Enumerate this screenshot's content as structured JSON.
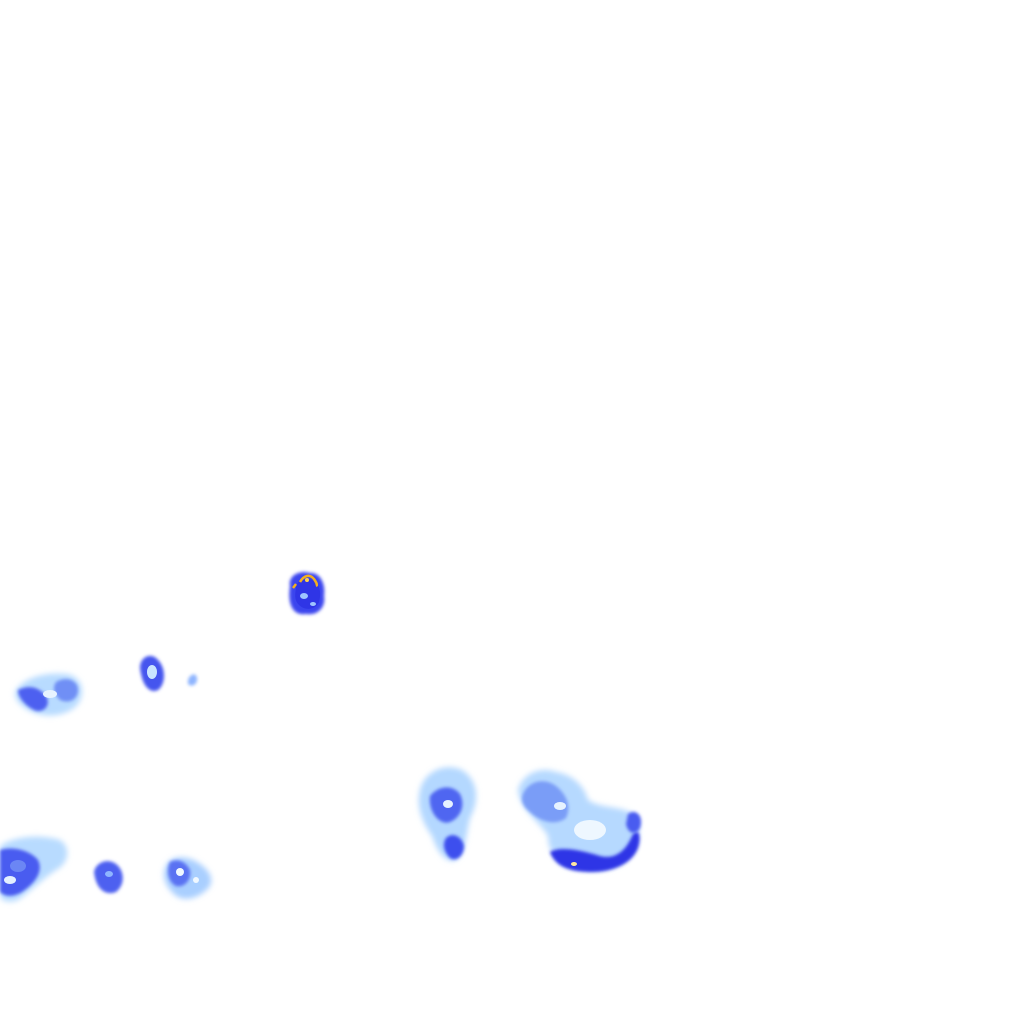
{
  "map": {
    "kind": "precipitation-radar-overlay",
    "background_color": "#ffffff",
    "palette": {
      "light": "#bfe3ff",
      "mid": "#7fb4ff",
      "strong": "#4a5cf0",
      "heavy": "#2f35e6",
      "core": "#f2b01e"
    },
    "cells": [
      {
        "id": "cell-convective-core",
        "intensity": "heavy",
        "has_core": true
      },
      {
        "id": "cell-west",
        "intensity": "strong",
        "has_core": false
      },
      {
        "id": "cell-ring",
        "intensity": "strong",
        "has_core": false
      },
      {
        "id": "cell-fleck",
        "intensity": "light",
        "has_core": false
      },
      {
        "id": "cell-southwest-edge",
        "intensity": "strong",
        "has_core": false
      },
      {
        "id": "cell-south-small",
        "intensity": "strong",
        "has_core": false
      },
      {
        "id": "cell-south-cluster",
        "intensity": "mid",
        "has_core": false
      },
      {
        "id": "cell-central-south",
        "intensity": "strong",
        "has_core": false
      },
      {
        "id": "cell-southeast-large",
        "intensity": "heavy",
        "has_core": true
      }
    ]
  }
}
